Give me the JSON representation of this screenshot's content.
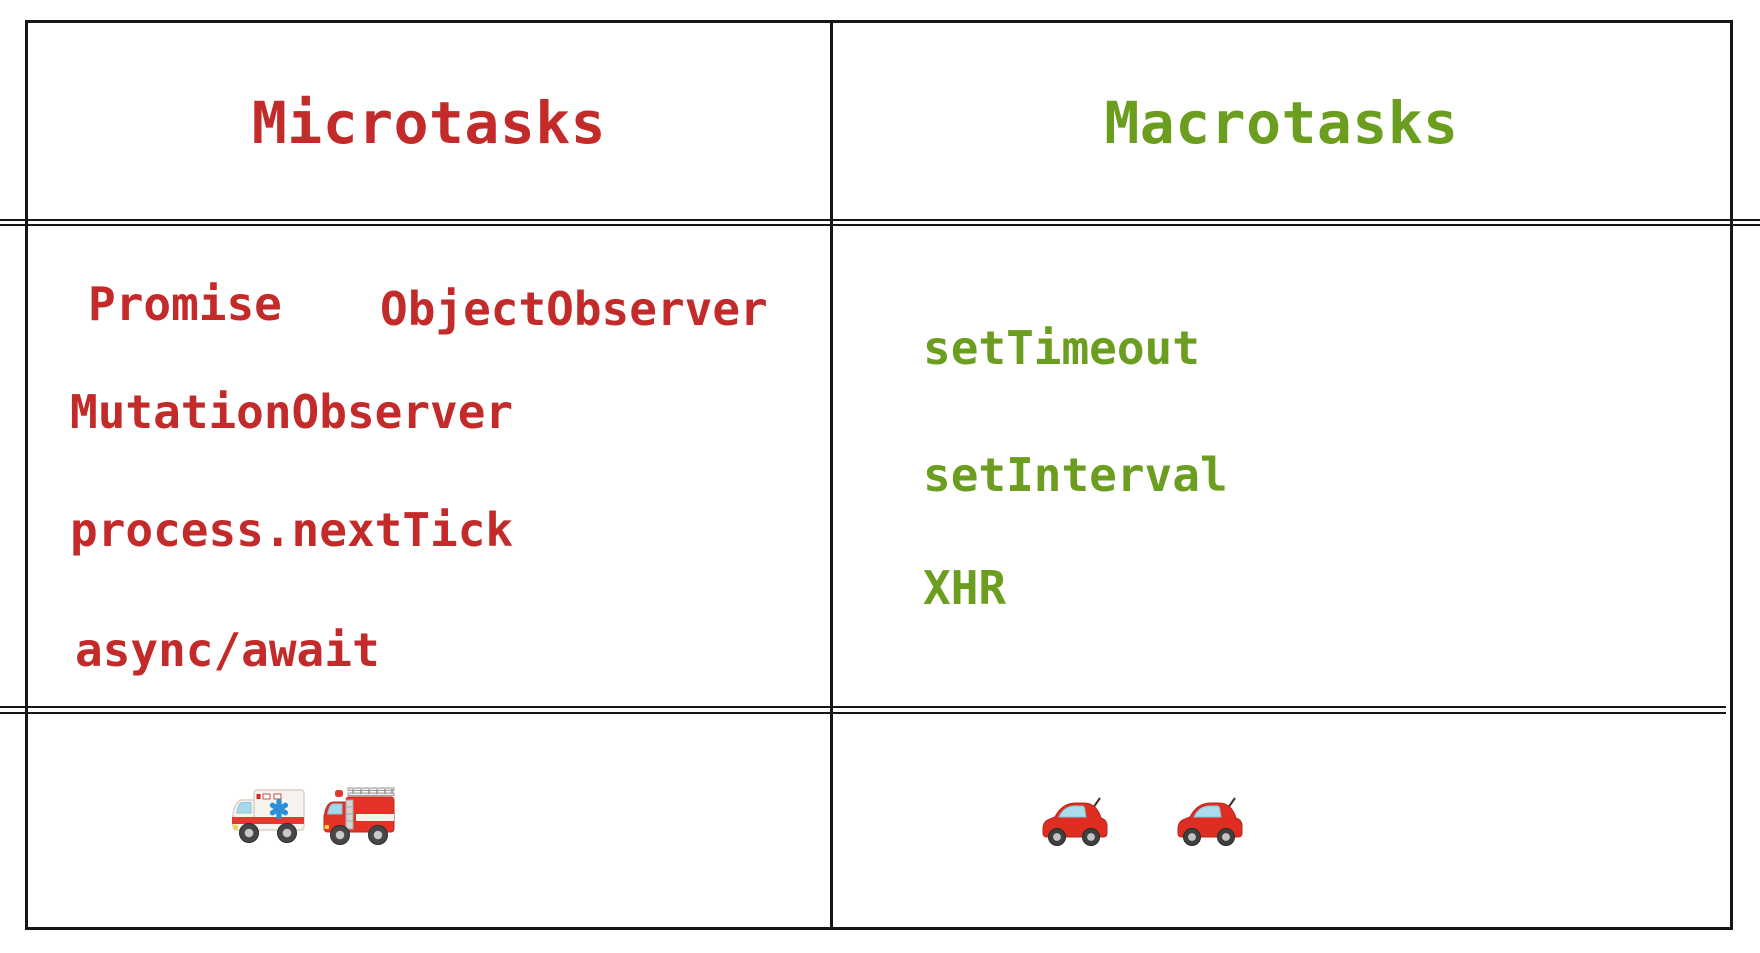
{
  "table": {
    "border_color": "#161616",
    "columns": [
      {
        "header": "Microtasks",
        "accent_color": "#c22b29",
        "items": [
          "Promise",
          "ObjectObserver",
          "MutationObserver",
          "process.nextTick",
          "async/await"
        ],
        "emoji_icons": [
          "ambulance",
          "fire-engine"
        ]
      },
      {
        "header": "Macrotasks",
        "accent_color": "#6b9e1e",
        "items": [
          "setTimeout",
          "setInterval",
          "XHR"
        ],
        "emoji_icons": [
          "red-car",
          "red-car"
        ]
      }
    ]
  }
}
